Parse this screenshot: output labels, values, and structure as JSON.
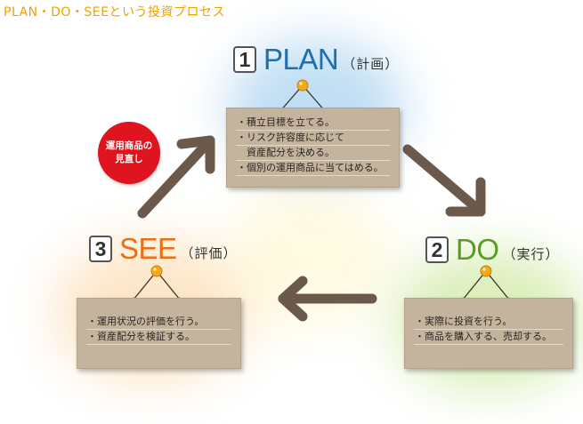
{
  "page_title": "PLAN・DO・SEEという投資プロセス",
  "stages": {
    "plan": {
      "number": "1",
      "name": "PLAN",
      "sub": "（計画）",
      "color": "#1b6fb3",
      "notes": [
        "・積立目標を立てる。",
        "・リスク許容度に応じて",
        "資産配分を決める。",
        "・個別の運用商品に当てはめる。"
      ]
    },
    "do": {
      "number": "2",
      "name": "DO",
      "sub": "（実行）",
      "color": "#5b9b25",
      "notes": [
        "・実際に投資を行う。",
        "・商品を購入する、売却する。"
      ]
    },
    "see": {
      "number": "3",
      "name": "SEE",
      "sub": "（評価）",
      "color": "#ec6d12",
      "notes": [
        "・運用状況の評価を行う。",
        "・資産配分を検証する。"
      ]
    }
  },
  "badge": {
    "line1": "運用商品の",
    "line2": "見直し",
    "color": "#e0141e"
  },
  "colors": {
    "note": "#c4b39d",
    "arrow": "#6b594b",
    "pin": "#f2a91c",
    "title": "#f0a000"
  }
}
